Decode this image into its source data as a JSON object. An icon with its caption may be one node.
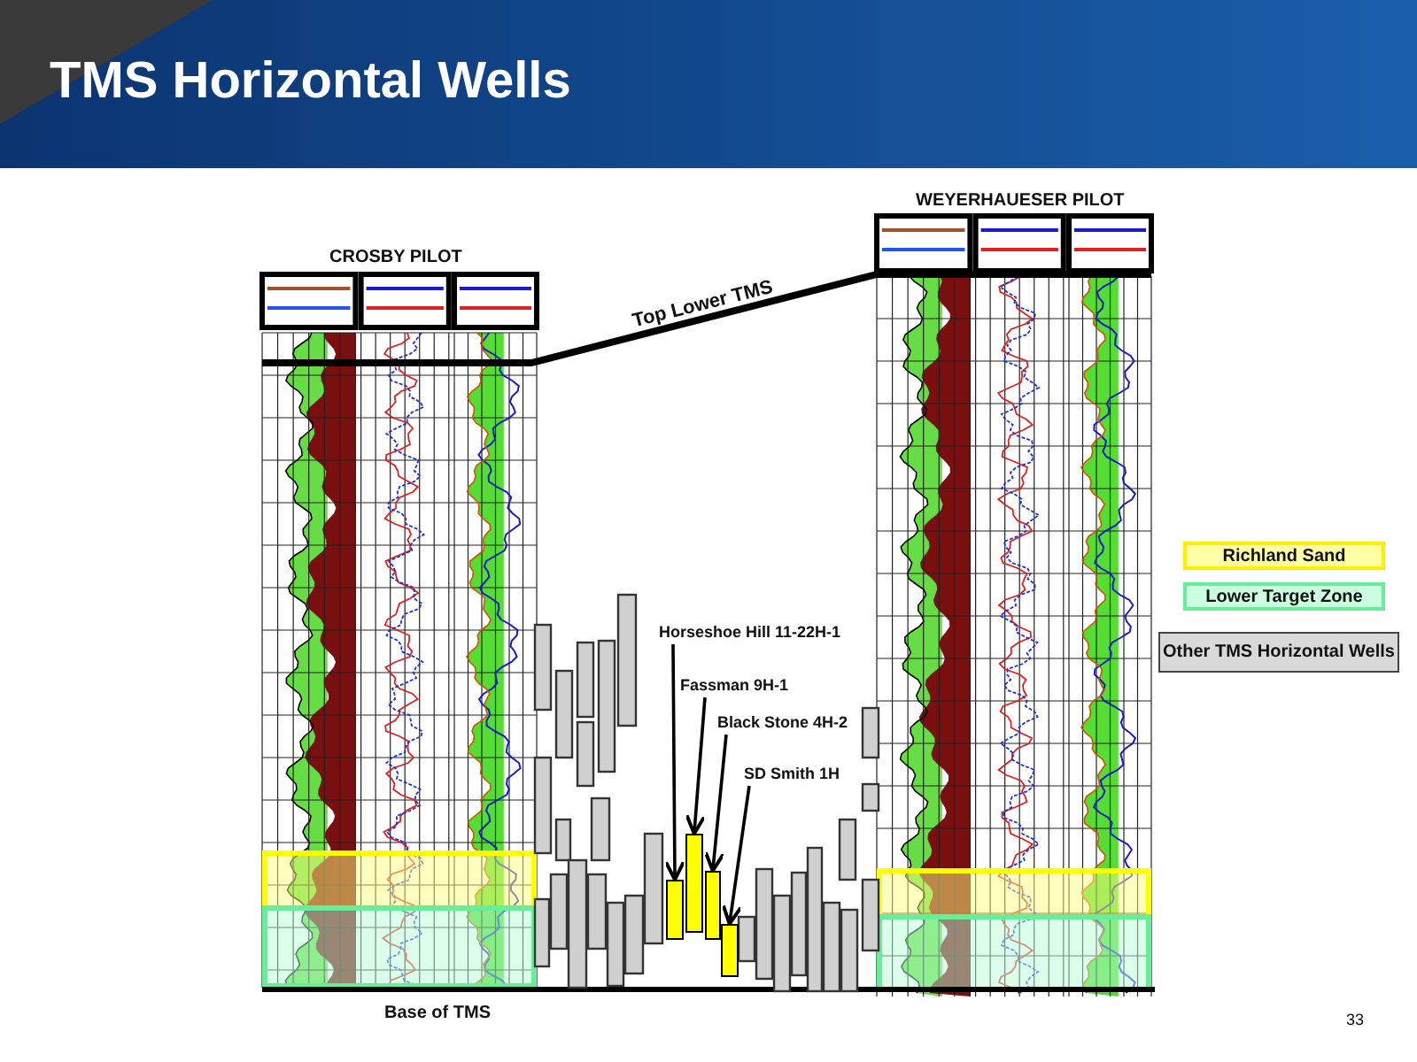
{
  "diagram": {
    "title": "TMS Horizontal Wells",
    "nodes": [
      {
        "text": [
          "Horseshoe Hill 11-22H-1"
        ]
      },
      {
        "text": [
          "Fassman 9H-1"
        ]
      },
      {
        "text": [
          "Black Stone 4H-2"
        ]
      },
      {
        "text": [
          "SD Smith 1H"
        ]
      },
      {
        "text": [],
        "shape": "bar"
      },
      {
        "text": [],
        "shape": "bar"
      },
      {
        "text": [],
        "shape": "bar"
      },
      {
        "text": [],
        "shape": "bar"
      }
    ],
    "edges": [
      {
        "from": 0,
        "to": 4,
        "arrow": "to"
      },
      {
        "from": 1,
        "to": 5,
        "arrow": "to"
      },
      {
        "from": 2,
        "to": 6,
        "arrow": "to"
      },
      {
        "from": 3,
        "to": 7,
        "arrow": "to"
      }
    ],
    "labels": [
      "WEYERHAUESER PILOT",
      "CROSBY PILOT",
      "Top Lower TMS",
      "Base of TMS",
      "33"
    ],
    "legend": [
      {
        "text": "Richland Sand",
        "color": "#ffffa6"
      },
      {
        "text": "Lower Target Zone",
        "color": "#ccffe0"
      },
      {
        "text": "Other TMS Horizontal Wells",
        "color": "#d9d9d9"
      }
    ]
  }
}
